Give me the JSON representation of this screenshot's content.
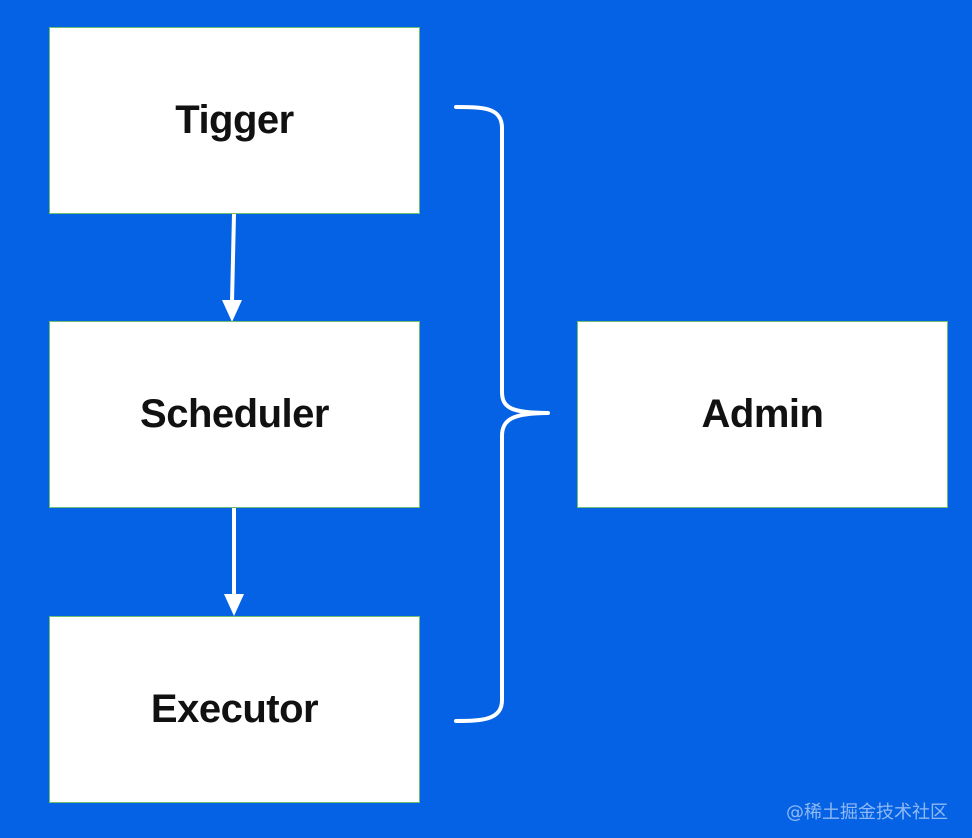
{
  "diagram": {
    "nodes": {
      "trigger": "Tigger",
      "scheduler": "Scheduler",
      "executor": "Executor",
      "admin": "Admin"
    }
  },
  "watermark": "@稀土掘金技术社区",
  "colors": {
    "background": "#0562e4",
    "node_fill": "#ffffff",
    "node_border": "#6fbf73",
    "connector": "#ffffff",
    "label_text": "#111111"
  }
}
